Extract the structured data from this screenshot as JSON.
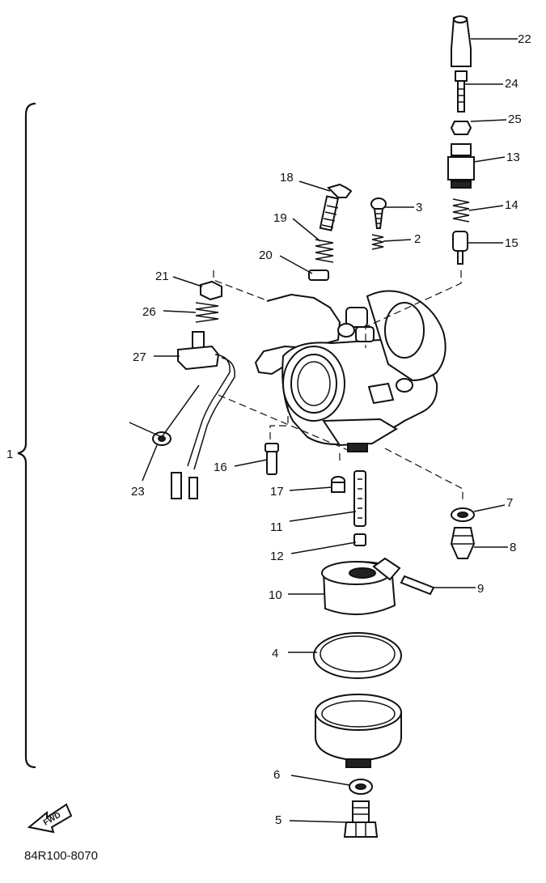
{
  "assembly_label": "1",
  "catalog_code": "84R100-8070",
  "fwd_label": "FWD",
  "callouts": [
    "2",
    "3",
    "4",
    "5",
    "6",
    "7",
    "8",
    "9",
    "10",
    "11",
    "12",
    "13",
    "14",
    "15",
    "16",
    "17",
    "18",
    "19",
    "20",
    "21",
    "22",
    "23",
    "24",
    "25",
    "26",
    "27"
  ]
}
